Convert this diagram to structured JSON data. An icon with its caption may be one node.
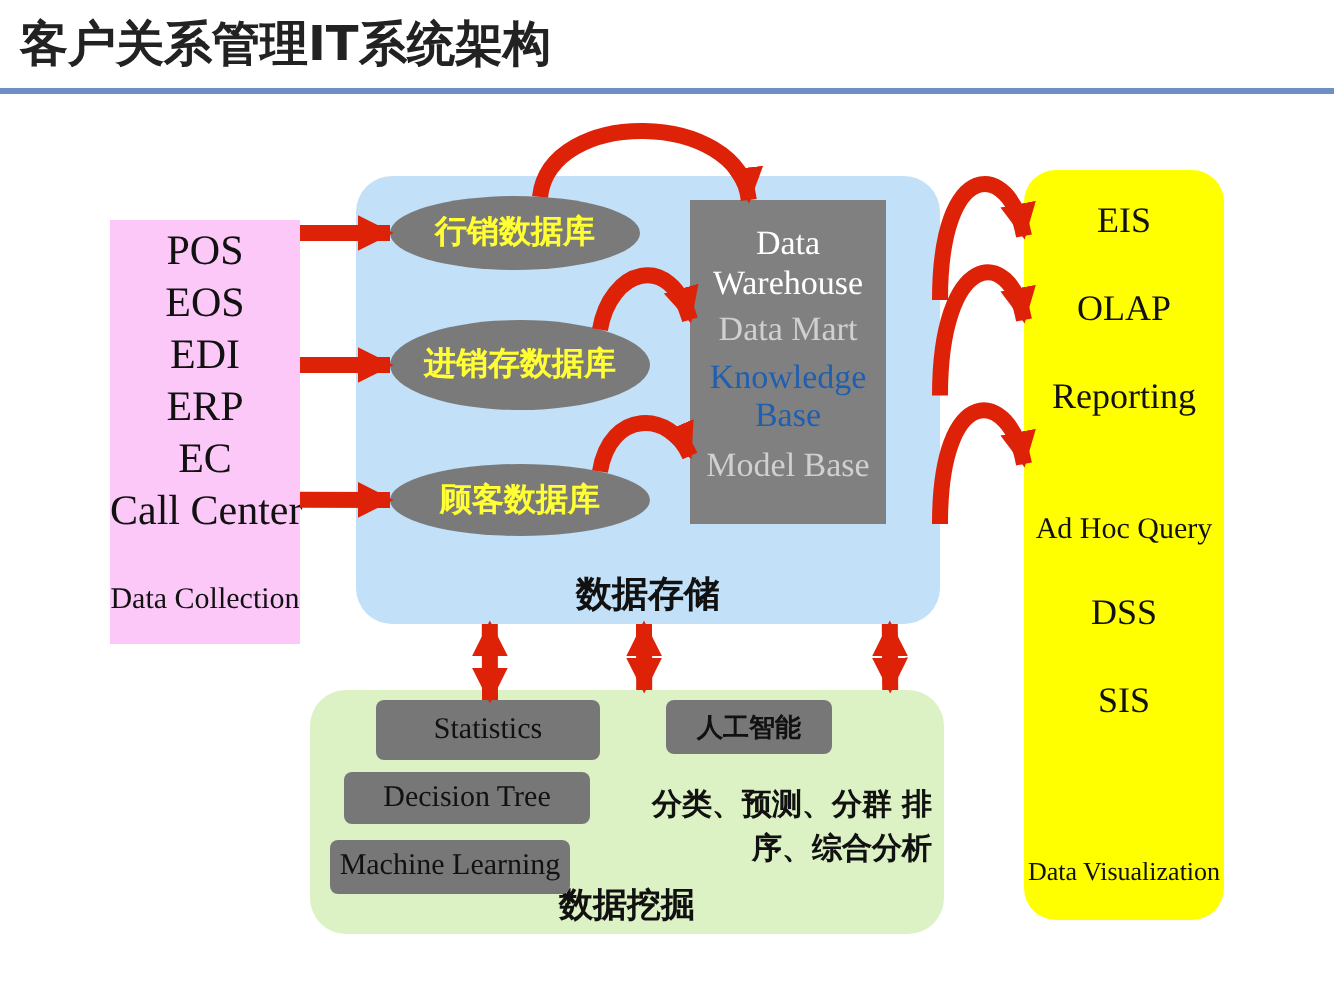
{
  "diagram": {
    "title": "客户关系管理IT系统架构",
    "nodes": [
      {
        "text": [
          "POS",
          "EOS",
          "EDI",
          "ERP",
          "EC",
          "Call Center",
          "Data Collection"
        ]
      },
      {
        "text": [
          "数据存储"
        ]
      },
      {
        "text": [
          "行销数据库"
        ],
        "in": 1
      },
      {
        "text": [
          "进销存数据库"
        ],
        "in": 1
      },
      {
        "text": [
          "顾客数据库"
        ],
        "in": 1
      },
      {
        "text": [
          "Data Warehouse",
          "Data Mart",
          "Knowledge Base",
          "Model Base"
        ],
        "in": 1
      },
      {
        "text": [
          "EIS",
          "OLAP",
          "Reporting",
          "Ad Hoc Query",
          "DSS",
          "SIS",
          "Data Visualization"
        ]
      },
      {
        "text": [
          "数据挖掘"
        ]
      },
      {
        "text": [
          "Statistics"
        ],
        "in": 7
      },
      {
        "text": [
          "Decision Tree"
        ],
        "in": 7
      },
      {
        "text": [
          "Machine Learning"
        ],
        "in": 7
      },
      {
        "text": [
          "人工智能"
        ],
        "in": 7
      }
    ],
    "edges": [
      {
        "from": 0,
        "to": 2,
        "arrow": "to"
      },
      {
        "from": 0,
        "to": 3,
        "arrow": "to"
      },
      {
        "from": 0,
        "to": 4,
        "arrow": "to"
      },
      {
        "from": 2,
        "to": 5,
        "arrow": "to"
      },
      {
        "from": 3,
        "to": 5,
        "arrow": "to"
      },
      {
        "from": 4,
        "to": 5,
        "arrow": "to"
      },
      {
        "from": 1,
        "to": 6,
        "arrow": "to"
      },
      {
        "from": 1,
        "to": 6,
        "arrow": "to"
      },
      {
        "from": 1,
        "to": 6,
        "arrow": "to"
      },
      {
        "from": 1,
        "to": 8,
        "arrow": "both"
      },
      {
        "from": 1,
        "to": 7,
        "arrow": "both"
      },
      {
        "from": 1,
        "to": 7,
        "arrow": "both"
      }
    ],
    "labels": [
      "分类、预测、分群 排序、综合分析"
    ]
  }
}
